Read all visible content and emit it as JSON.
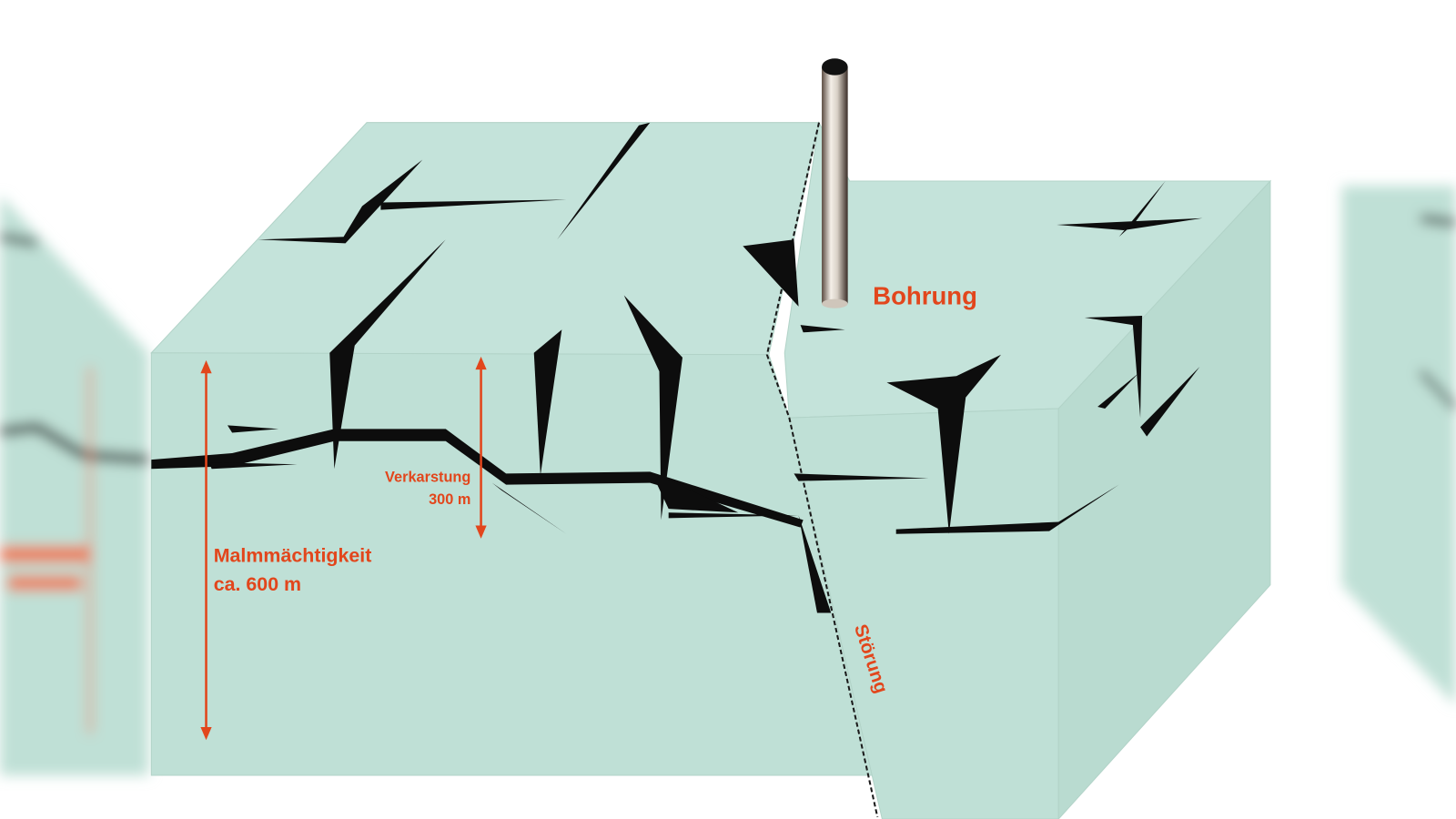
{
  "labels": {
    "borehole": "Bohrung",
    "karst": "Verkarstung",
    "karst_depth": "300 m",
    "thickness": "Malmmächtigkeit",
    "thickness_value": "ca. 600 m",
    "fault": "Störung"
  },
  "colors": {
    "rock": "#bfe0d6",
    "rock_top": "#c4e3da",
    "crack": "#0d0d0d",
    "label": "#e2461c"
  }
}
